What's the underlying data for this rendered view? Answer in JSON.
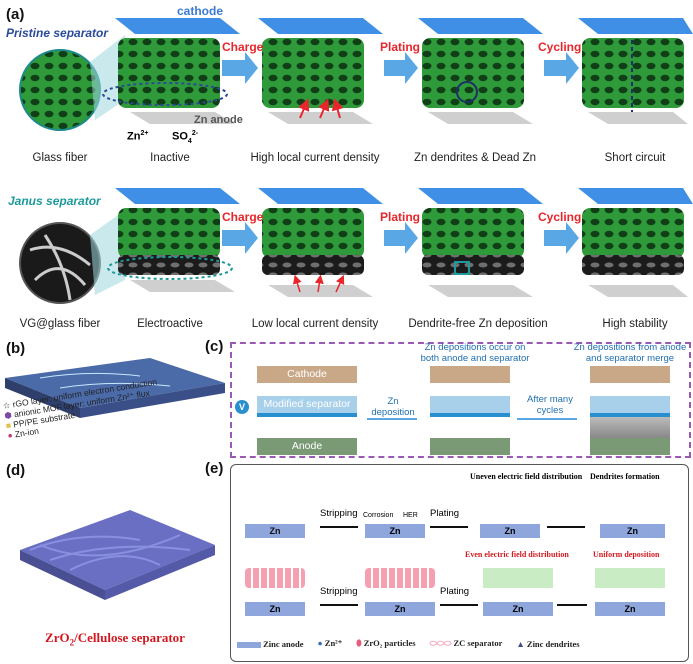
{
  "panel_a": {
    "label": "(a)",
    "cathode_label": "cathode",
    "pristine_label": "Pristine separator",
    "janus_label": "Janus separator",
    "ions": {
      "zn": "Zn",
      "zn_sup": "2+",
      "so4": "SO",
      "so4_sub": "4",
      "so4_sup": "2-"
    },
    "zn_anode_label": "Zn anode",
    "arrows": [
      "Charge",
      "Plating",
      "Cycling"
    ],
    "row1_captions": [
      "Glass fiber",
      "Inactive",
      "High local current density",
      "Zn dendrites & Dead Zn",
      "Short circuit"
    ],
    "row2_captions": [
      "VG@glass fiber",
      "Electroactive",
      "Low local current density",
      "Dendrite-free Zn deposition",
      "High stability"
    ],
    "colors": {
      "green": "#3fae3f",
      "cathode": "#3f8fe6",
      "arrow": "#5aa7e6",
      "red": "#e8262b"
    }
  },
  "panel_b": {
    "label": "(b)",
    "legend": [
      {
        "icon": "star-icon",
        "text": "rGO layer: uniform electron conduction"
      },
      {
        "icon": "hexagon-icon",
        "text": "anionic MOF layer: uniform Zn²⁺ flux"
      },
      {
        "icon": "square-icon",
        "text": "PP/PE substrate"
      },
      {
        "icon": "circle-icon",
        "text": "Zn-ion"
      }
    ]
  },
  "panel_c": {
    "label": "(c)",
    "layers": {
      "cathode": "Cathode",
      "separator": "Modified separator",
      "anode": "Anode"
    },
    "v_label": "V",
    "step1": "Zn deposition",
    "step2": "After many cycles",
    "note1": "Zn depositions occur on both anode and separator",
    "note2": "Zn depositions from anode and separator merge"
  },
  "panel_d": {
    "label": "(d)",
    "caption_main": "ZrO",
    "caption_sub": "2",
    "caption_rest": "/Cellulose separator"
  },
  "panel_e": {
    "label": "(e)",
    "zn": "Zn",
    "stripping": "Stripping",
    "plating": "Plating",
    "corrosion": "Corrosion",
    "her": "HER",
    "uneven": "Uneven electric field distribution",
    "dendrites": "Dendrites formation",
    "even": "Even electric field distribution",
    "uniform": "Uniform deposition",
    "legend": [
      {
        "icon": "zinc-anode-icon",
        "text": "Zinc anode"
      },
      {
        "icon": "zn-ion-icon",
        "text": "Zn²⁺"
      },
      {
        "icon": "zro2-particle-icon",
        "text": "ZrO₂ particles"
      },
      {
        "icon": "zc-separator-icon",
        "text": "ZC separator"
      },
      {
        "icon": "zinc-dendrite-icon",
        "text": "Zinc dendrites"
      }
    ]
  }
}
